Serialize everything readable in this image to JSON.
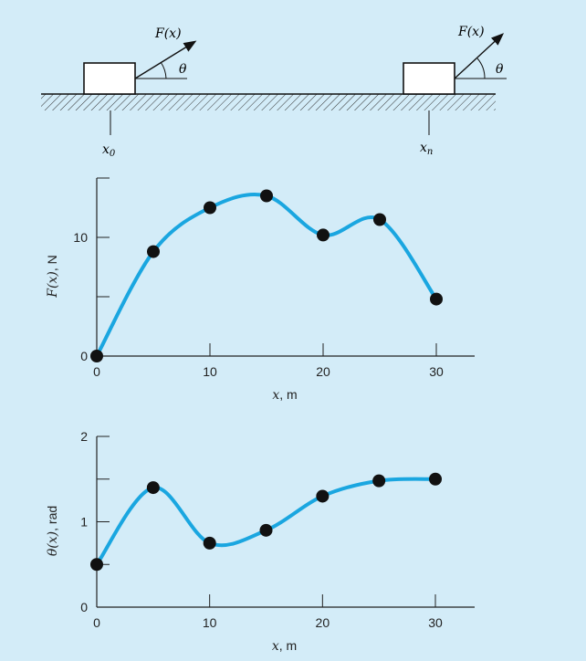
{
  "diagram": {
    "force_label": "F(x)",
    "angle_label": "θ",
    "start_label": "x",
    "start_sub": "0",
    "end_label": "x",
    "end_sub": "n"
  },
  "chart_data": [
    {
      "type": "line",
      "xlabel_var": "x",
      "xlabel_unit": ", m",
      "ylabel_var": "F(x)",
      "ylabel_unit": ", N",
      "xlim": [
        0,
        30
      ],
      "ylim": [
        0,
        15
      ],
      "x_ticks": [
        0,
        10,
        20,
        30
      ],
      "y_ticks": [
        0,
        10
      ],
      "grid": false,
      "series": [
        {
          "x": [
            0,
            5,
            10,
            15,
            20,
            25,
            30
          ],
          "y": [
            0,
            8.8,
            12.5,
            13.5,
            10.2,
            11.5,
            4.8
          ],
          "color": "#1aa6e0"
        }
      ]
    },
    {
      "type": "line",
      "xlabel_var": "x",
      "xlabel_unit": ", m",
      "ylabel_var": "θ(x)",
      "ylabel_unit": ", rad",
      "xlim": [
        0,
        30
      ],
      "ylim": [
        0,
        2
      ],
      "x_ticks": [
        0,
        10,
        20,
        30
      ],
      "y_ticks": [
        0,
        1,
        2
      ],
      "grid": false,
      "series": [
        {
          "x": [
            0,
            5,
            10,
            15,
            20,
            25,
            30
          ],
          "y": [
            0.5,
            1.4,
            0.75,
            0.9,
            1.3,
            1.48,
            1.5
          ],
          "color": "#1aa6e0"
        }
      ]
    }
  ]
}
